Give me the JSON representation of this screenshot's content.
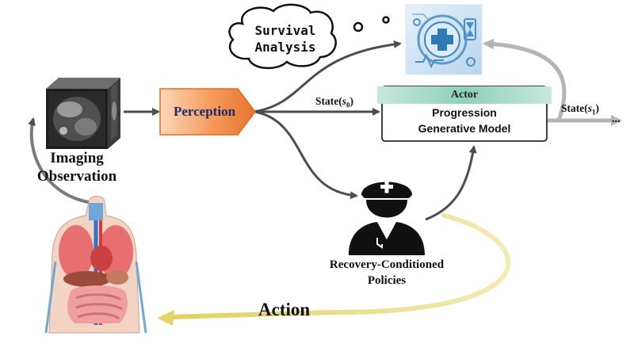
{
  "survival_cloud": {
    "line1": "Survival",
    "line2": "Analysis"
  },
  "imaging": {
    "line1": "Imaging",
    "line2": "Observation"
  },
  "perception": {
    "label": "Perception"
  },
  "state0": {
    "prefix": "State(",
    "var": "s",
    "sub": "0",
    "suffix": ")"
  },
  "state1": {
    "prefix": "State(",
    "var": "s",
    "sub": "1",
    "suffix": ")",
    "trail": "..."
  },
  "actor": {
    "header": "Actor",
    "line1": "Progression",
    "line2": "Generative Model"
  },
  "policies": {
    "line1": "Recovery-Conditioned",
    "line2": "Policies"
  },
  "action": {
    "label": "Action"
  },
  "colors": {
    "perception_fill": "#f28c4a",
    "perception_text": "#1c2a6b",
    "actor_header": "#9fd4c3",
    "arrow_dark": "#4d4d4d",
    "arrow_light": "#b5b5b5",
    "action_arrow": "#e6d97a",
    "ai_panel": "#cfe3f3"
  },
  "icons": [
    "ct-volume-icon",
    "anatomy-torso-icon",
    "ai-medical-icon",
    "doctor-icon",
    "thought-cloud-icon"
  ]
}
